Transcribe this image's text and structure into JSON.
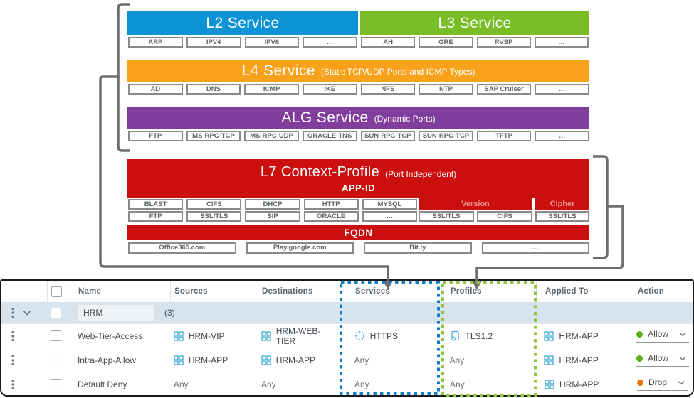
{
  "diagram": {
    "connector_color": "#6e6e6e",
    "colors": {
      "l2": "#0c93d6",
      "l3": "#79bd27",
      "l4": "#f7a21a",
      "alg": "#803d9b",
      "l7": "#cb0e0e",
      "fqdn": "#cb0e0e"
    },
    "l2": {
      "title": "L2 Service",
      "items": [
        "ARP",
        "IPV4",
        "IPV6",
        "…"
      ]
    },
    "l3": {
      "title": "L3 Service",
      "items": [
        "AH",
        "GRE",
        "RVSP",
        "…"
      ]
    },
    "l4": {
      "title": "L4 Service",
      "subtitle": "(Static TCP/UDP Ports and ICMP Types)",
      "items": [
        "AD",
        "DNS",
        "ICMP",
        "IKE",
        "NFS",
        "NTP",
        "SAP Cruiser",
        "…"
      ]
    },
    "alg": {
      "title": "ALG Service",
      "subtitle": "(Dynamic Ports)",
      "items": [
        "FTP",
        "MS-RPC-TCP",
        "MS-RPC-UDP",
        "ORACLE-TNS",
        "SUN-RPC-TCP",
        "SUN-RPC-TCP",
        "TFTP",
        "…"
      ]
    },
    "l7": {
      "title": "L7 Context-Profile",
      "subtitle": "(Port Independent)",
      "app_id_label": "APP-ID",
      "appid_row1": [
        "BLAST",
        "CIFS",
        "DHCP",
        "HTTP",
        "MYSQL"
      ],
      "appid_row2": [
        "FTP",
        "SSL/TLS",
        "SIP",
        "ORACLE",
        "…"
      ],
      "version_label": "Version",
      "version_items": [
        "SSL/TLS",
        "CIFS"
      ],
      "cipher_label": "Cipher",
      "cipher_items": [
        "SSL/TLS"
      ]
    },
    "fqdn": {
      "title": "FQDN",
      "items": [
        "Office365.com",
        "Play.google.com",
        "Bit.ly",
        "…"
      ]
    }
  },
  "table": {
    "icon_color": "#49afd9",
    "highlight_colors": {
      "services": "#0e7fc6",
      "profiles": "#8ec63f"
    },
    "action_colors": {
      "Allow": "#57b117",
      "Drop": "#ee7300"
    },
    "headers": [
      "Name",
      "Sources",
      "Destinations",
      "Services",
      "Profiles",
      "Applied To",
      "Action"
    ],
    "group": {
      "name": "HRM",
      "count": "(3)"
    },
    "rows": [
      {
        "name": "Web-Tier-Access",
        "source": "HRM-VIP",
        "destination": "HRM-WEB-TIER",
        "service": "HTTPS",
        "profile": "TLS1.2",
        "applied_to": "HRM-APP",
        "action": "Allow"
      },
      {
        "name": "Intra-App-Allow",
        "source": "HRM-APP",
        "destination": "HRM-APP",
        "service": "Any",
        "profile": "Any",
        "applied_to": "HRM-APP",
        "action": "Allow"
      },
      {
        "name": "Default Deny",
        "source": "Any",
        "destination": "Any",
        "service": "Any",
        "profile": "Any",
        "applied_to": "HRM-APP",
        "action": "Drop"
      }
    ]
  }
}
